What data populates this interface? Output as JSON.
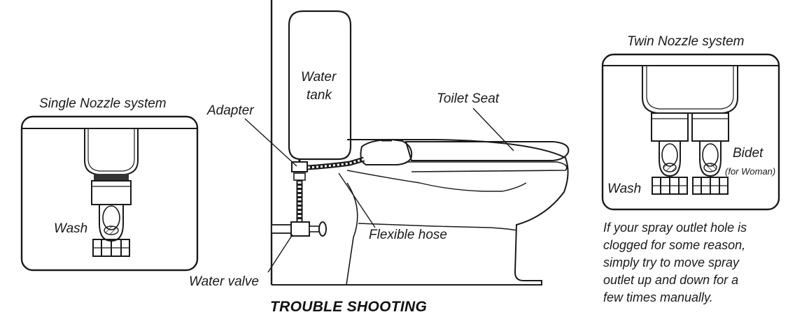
{
  "panels": {
    "single": {
      "caption": "Single Nozzle system",
      "wash_label": "Wash"
    },
    "twin": {
      "caption": "Twin Nozzle system",
      "wash_label": "Wash",
      "bidet_label": "Bidet",
      "bidet_sub": "(for Woman)"
    }
  },
  "toilet": {
    "water_tank_line1": "Water",
    "water_tank_line2": "tank",
    "adapter": "Adapter",
    "toilet_seat": "Toilet Seat",
    "flexible_hose": "Flexible hose",
    "water_valve": "Water valve"
  },
  "title": "TROUBLE SHOOTING",
  "note_lines": [
    "If your spray outlet hole is",
    "clogged for some reason,",
    "simply try to move spray",
    "outlet up and down for a",
    "few times manually."
  ]
}
